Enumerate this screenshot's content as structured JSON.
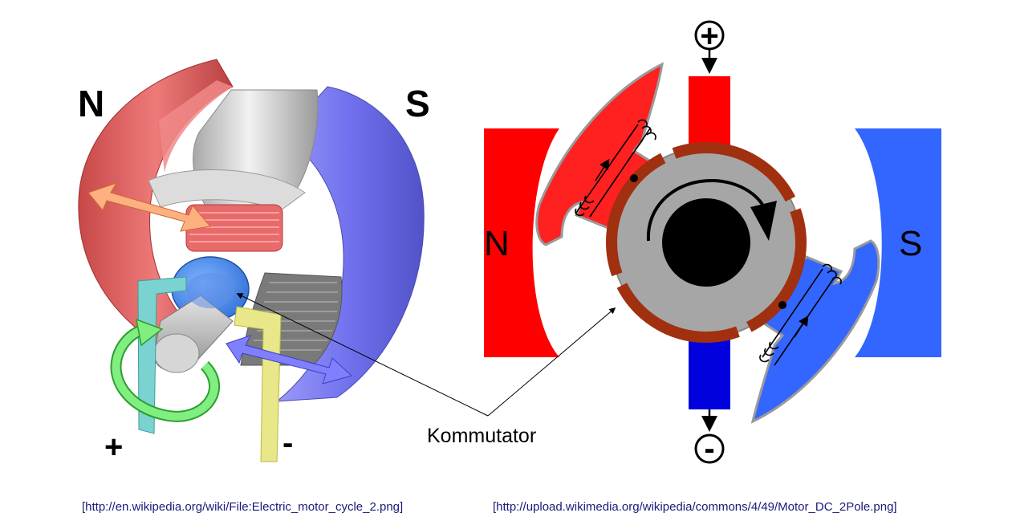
{
  "left_diagram": {
    "pole_north": "N",
    "pole_south": "S",
    "terminal_plus": "+",
    "terminal_minus": "-"
  },
  "right_diagram": {
    "pole_north": "N",
    "pole_south": "S",
    "terminal_plus": "+",
    "terminal_minus": "-"
  },
  "callout_label": "Kommutator",
  "sources": {
    "left": "[http://en.wikipedia.org/wiki/File:Electric_motor_cycle_2.png]",
    "right": "[http://upload.wikimedia.org/wikipedia/commons/4/49/Motor_DC_2Pole.png]"
  },
  "colors": {
    "north_3d": "#e06060",
    "south_3d": "#7b7bf0",
    "north_2d": "#ff0000",
    "south_2d": "#3366ff",
    "commutator_ring": "#a03010",
    "rotor": "#a6a6a6",
    "brush_plus": "#7ad3d0",
    "brush_minus": "#e8e88a",
    "rotation_arrow": "#80ee80",
    "field_arrow_top": "#ffb080",
    "field_arrow_bottom": "#8080ff"
  }
}
